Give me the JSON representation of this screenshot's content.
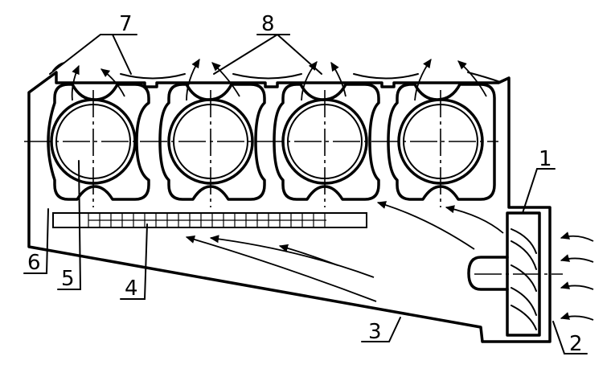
{
  "figure": {
    "callouts": [
      {
        "id": "1",
        "text": "1"
      },
      {
        "id": "2",
        "text": "2"
      },
      {
        "id": "3",
        "text": "3"
      },
      {
        "id": "4",
        "text": "4"
      },
      {
        "id": "5",
        "text": "5"
      },
      {
        "id": "6",
        "text": "6"
      },
      {
        "id": "7",
        "text": "7"
      },
      {
        "id": "8",
        "text": "8"
      }
    ],
    "cylinders": [
      "cylinder-1",
      "cylinder-2",
      "cylinder-3",
      "cylinder-4"
    ]
  }
}
